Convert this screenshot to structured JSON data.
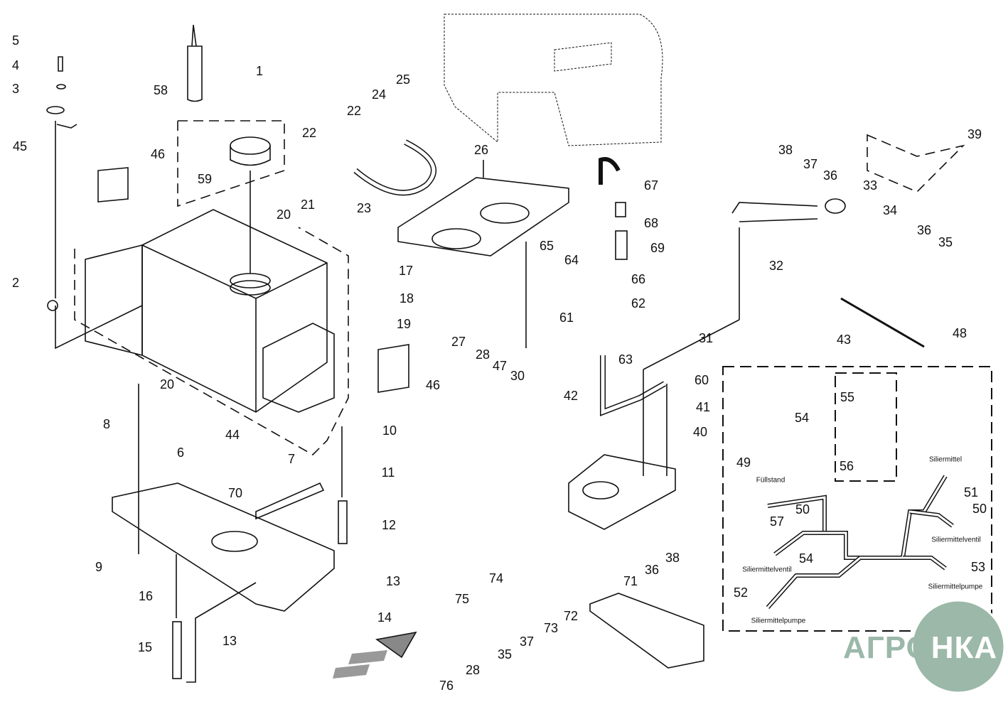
{
  "diagram": {
    "callouts": [
      "5",
      "4",
      "3",
      "45",
      "2",
      "58",
      "1",
      "46",
      "59",
      "22",
      "25",
      "24",
      "22",
      "21",
      "20",
      "23",
      "26",
      "17",
      "18",
      "19",
      "65",
      "64",
      "62",
      "61",
      "63",
      "66",
      "69",
      "68",
      "67",
      "27",
      "28",
      "47",
      "30",
      "46",
      "20",
      "44",
      "8",
      "6",
      "70",
      "7",
      "10",
      "11",
      "12",
      "9",
      "13",
      "14",
      "16",
      "15",
      "13",
      "38",
      "37",
      "36",
      "33",
      "34",
      "36",
      "35",
      "32",
      "31",
      "39",
      "43",
      "48",
      "60",
      "41",
      "40",
      "42",
      "55",
      "54",
      "56",
      "49",
      "50",
      "57",
      "54",
      "52",
      "51",
      "50",
      "53",
      "38",
      "36",
      "71",
      "74",
      "75",
      "72",
      "73",
      "37",
      "35",
      "28",
      "76"
    ],
    "harness_labels": [
      "Füllstand",
      "Siliermittel",
      "Siliermittelventil",
      "Siliermittelventil",
      "Siliermittelpumpe",
      "Siliermittelpumpe"
    ]
  },
  "logo": {
    "part1": "АГРО",
    "part2": "НКА"
  },
  "colors": {
    "line": "#111111",
    "logo": "#9bb8a8"
  }
}
